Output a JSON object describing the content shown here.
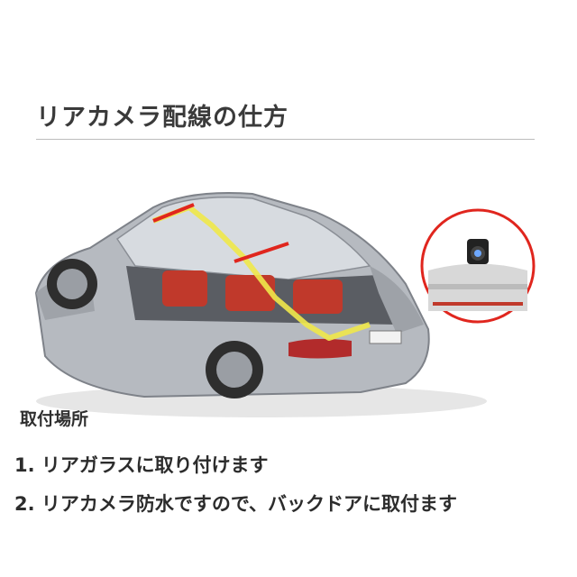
{
  "title": "リアカメラ配線の仕方",
  "install_location_label": "取付場所",
  "instructions": [
    "1. リアガラスに取り付けます",
    "2. リアカメラ防水ですので、バックドアに取付ます"
  ],
  "colors": {
    "wire_red": "#e0261e",
    "wire_yellow": "#f0e84a",
    "car_body": "#a9adb3"
  },
  "icons": [
    "car-cutaway-illustration",
    "rear-camera-closeup"
  ]
}
